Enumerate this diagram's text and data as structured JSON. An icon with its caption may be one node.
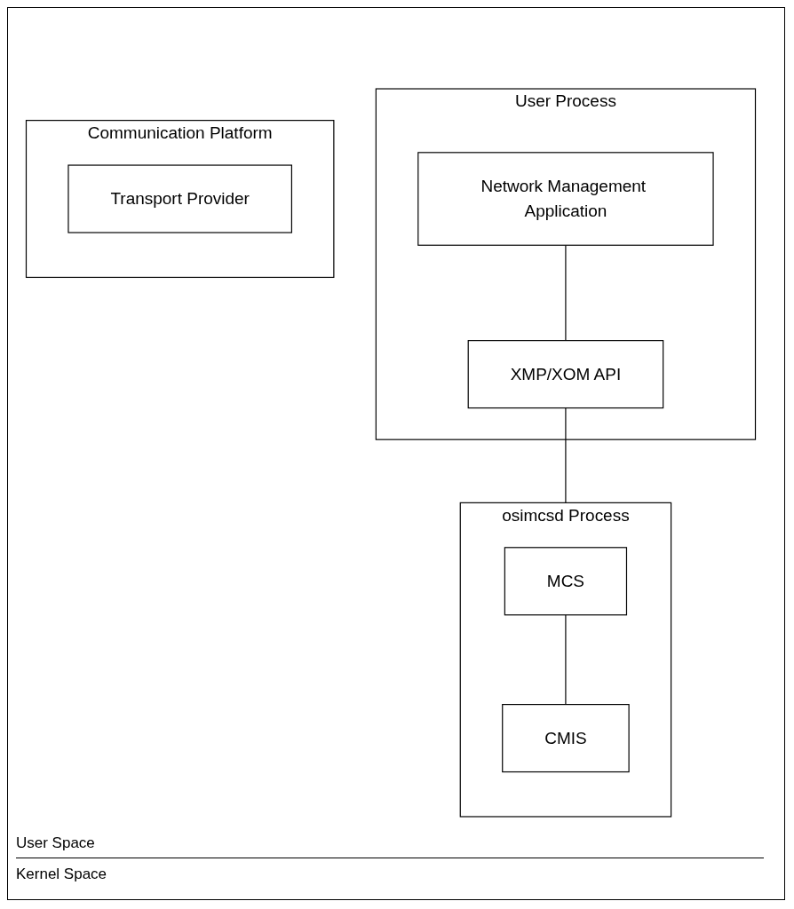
{
  "diagram": {
    "nodes": [
      {
        "text": [
          "User Process"
        ]
      },
      {
        "text": [
          "Network Management Application"
        ],
        "in": 0
      },
      {
        "text": [
          "XMP/XOM API"
        ],
        "in": 0
      },
      {
        "text": [
          "osimcsd Process"
        ]
      },
      {
        "text": [
          "MCS"
        ],
        "in": 3
      },
      {
        "text": [
          "CMIS"
        ],
        "in": 3
      },
      {
        "text": [
          "Communication Platform"
        ]
      },
      {
        "text": [
          "Transport Provider"
        ],
        "in": 6
      }
    ],
    "edges": [
      {
        "from": 1,
        "to": 2,
        "arrow": "none"
      },
      {
        "from": 2,
        "to": 3,
        "arrow": "none"
      },
      {
        "from": 4,
        "to": 5,
        "arrow": "none"
      }
    ],
    "labels": [
      "User Space",
      "Kernel Space"
    ]
  }
}
